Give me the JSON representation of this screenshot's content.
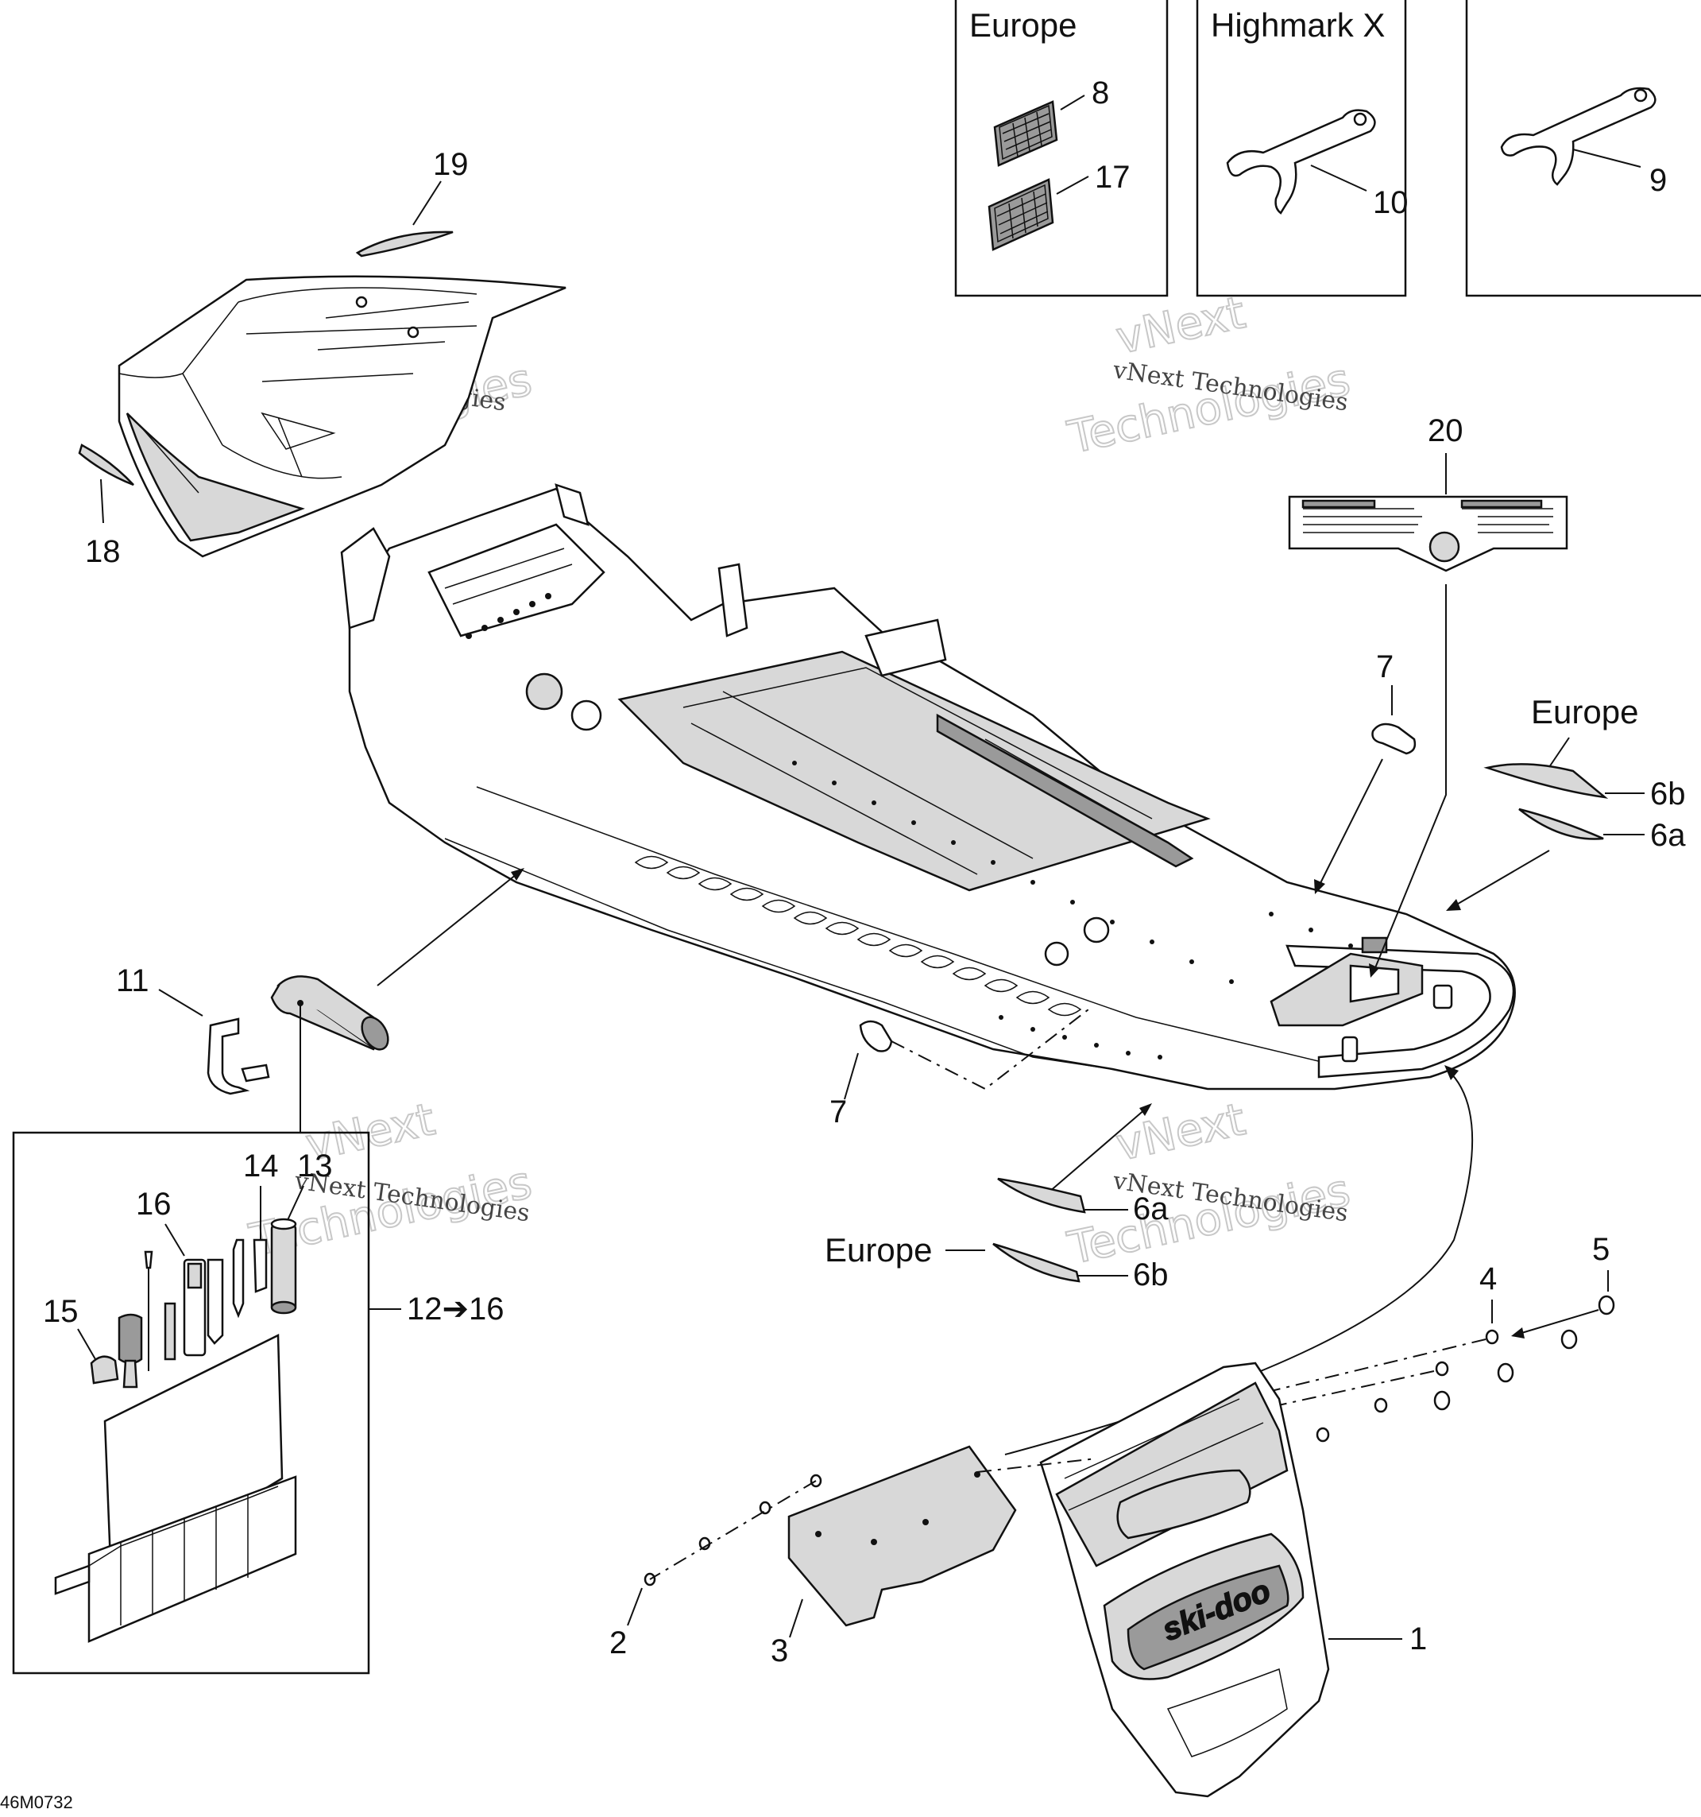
{
  "figure_id": "46M0732",
  "watermark": {
    "line1": "vNext",
    "line2": "vNext Technologies",
    "line3": "Technologies"
  },
  "regions": {
    "europe_inset": "Europe",
    "highmark_inset": "Highmark X",
    "europe_decal_top": "Europe",
    "europe_decal_bottom": "Europe"
  },
  "callouts": {
    "c1": "1",
    "c2": "2",
    "c3": "3",
    "c4": "4",
    "c5": "5",
    "c6a_top": "6a",
    "c6b_top": "6b",
    "c6a_bottom": "6a",
    "c6b_bottom": "6b",
    "c7_top": "7",
    "c7_bottom": "7",
    "c8": "8",
    "c9": "9",
    "c10": "10",
    "c11": "11",
    "c12_16": "12➔16",
    "c13": "13",
    "c14": "14",
    "c15": "15",
    "c16": "16",
    "c17": "17",
    "c18": "18",
    "c19": "19",
    "c20": "20"
  }
}
